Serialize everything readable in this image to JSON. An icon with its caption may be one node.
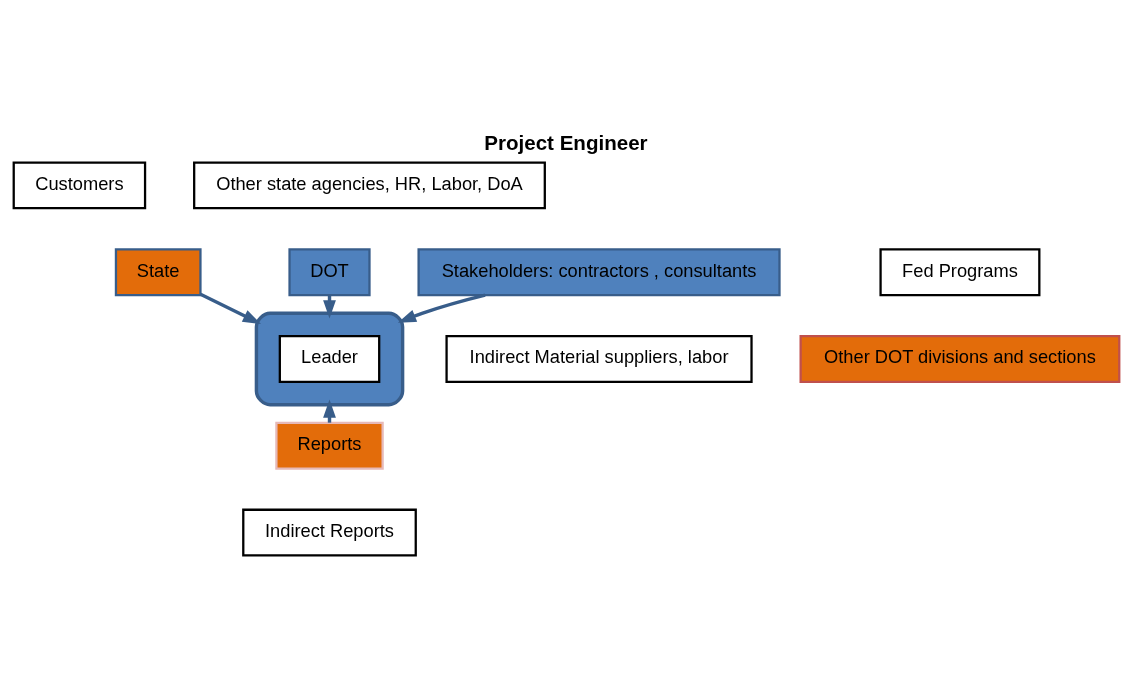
{
  "diagram": {
    "title": "Project Engineer",
    "nodes": [
      {
        "text": [
          "Customers"
        ]
      },
      {
        "text": [
          "Other state agencies, HR, Labor, DoA"
        ]
      },
      {
        "text": [
          "State"
        ]
      },
      {
        "text": [
          "Fed Programs"
        ]
      },
      {
        "text": [
          "DOT"
        ]
      },
      {
        "text": [],
        "shape": "box"
      },
      {
        "text": [
          "Leader"
        ],
        "in": 5
      },
      {
        "text": [
          "Stakeholders: contractors , consultants"
        ]
      },
      {
        "text": [
          "Other DOT divisions and sections"
        ]
      },
      {
        "text": [
          "Reports"
        ]
      },
      {
        "text": [
          "Indirect Material suppliers, labor"
        ]
      },
      {
        "text": [
          "Indirect Reports"
        ]
      }
    ],
    "edges": [
      {
        "from": 2,
        "to": 5,
        "arrow": "to"
      },
      {
        "from": 4,
        "to": 5,
        "arrow": "to"
      },
      {
        "from": 7,
        "to": 5,
        "arrow": "to"
      },
      {
        "from": 9,
        "to": 5,
        "arrow": "to"
      }
    ]
  }
}
